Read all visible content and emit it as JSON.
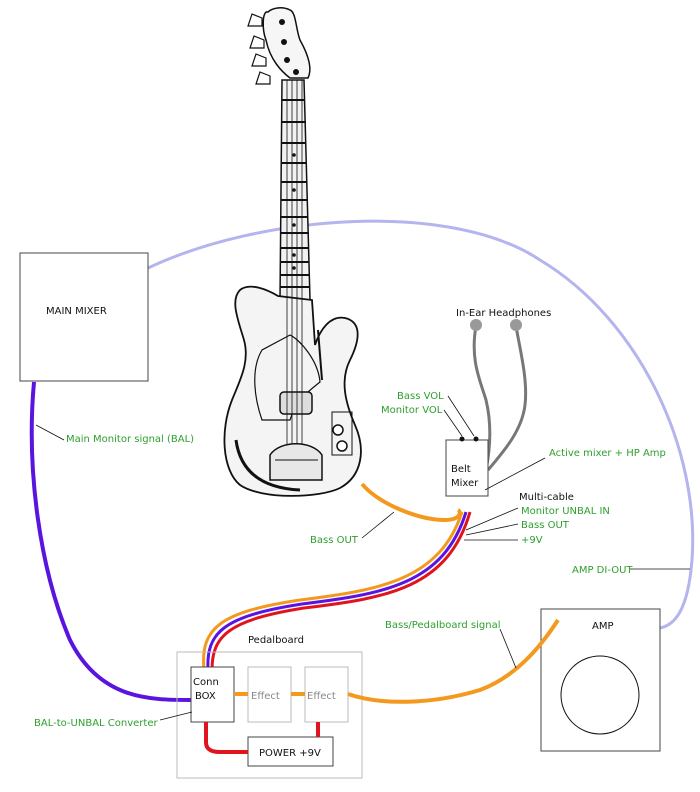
{
  "boxes": {
    "main_mixer": "MAIN MIXER",
    "belt_mixer_line1": "Belt",
    "belt_mixer_line2": "Mixer",
    "amp": "AMP",
    "pedalboard": "Pedalboard",
    "conn_box_line1": "Conn",
    "conn_box_line2": "BOX",
    "effect1": "Effect",
    "effect2": "Effect",
    "power": "POWER +9V"
  },
  "labels": {
    "in_ear": "In-Ear Headphones",
    "bass_vol": "Bass VOL",
    "monitor_vol": "Monitor VOL",
    "active_mixer": "Active mixer + HP Amp",
    "multi_cable": "Multi-cable",
    "monitor_unbal": "Monitor UNBAL IN",
    "bass_out_mc": "Bass OUT",
    "plus9v": "+9V",
    "bass_out": "Bass OUT",
    "amp_di": "AMP DI-OUT",
    "main_monitor": "Main Monitor signal (BAL)",
    "bass_pedal": "Bass/Pedalboard signal",
    "bal_unbal": "BAL-to-UNBAL Converter"
  },
  "colors": {
    "orange": "#f39a1e",
    "purple": "#5a14e0",
    "red": "#e0141e",
    "lavender": "#b4b4ee",
    "green_text": "#2ea02e",
    "headphone_grey": "#777777"
  },
  "icons": {
    "guitar": "bass-guitar-icon",
    "headphones": "in-ear-headphones-icon",
    "speaker": "speaker-cone-icon"
  }
}
